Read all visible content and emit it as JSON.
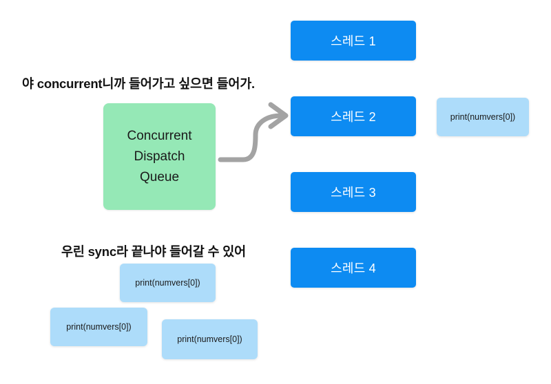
{
  "diagram": {
    "background_color": "#ffffff",
    "captions": [
      {
        "id": "concurrent",
        "text": "야 concurrent니까 들어가고 싶으면 들어가."
      },
      {
        "id": "sync",
        "text": "우린 sync라 끝나야 들어갈 수 있어"
      }
    ],
    "queue": {
      "color": "#95E8B6",
      "lines": [
        "Concurrent",
        "Dispatch",
        "Queue"
      ],
      "full_label": "Concurrent Dispatch Queue"
    },
    "threads": {
      "color": "#0D8BF2",
      "text_color": "#ffffff",
      "items": [
        {
          "label": "스레드 1"
        },
        {
          "label": "스레드 2"
        },
        {
          "label": "스레드 3"
        },
        {
          "label": "스레드 4"
        }
      ]
    },
    "tasks": {
      "color": "#ADDCFA",
      "concurrent_task": {
        "label": "print(numvers[0])"
      },
      "queued_tasks": [
        {
          "label": "print(numvers[0])"
        },
        {
          "label": "print(numvers[0])"
        },
        {
          "label": "print(numvers[0])"
        }
      ]
    },
    "arrow": {
      "name": "queue-to-thread2-arrow",
      "color": "#A3A3A3",
      "stroke_width": 7
    }
  }
}
